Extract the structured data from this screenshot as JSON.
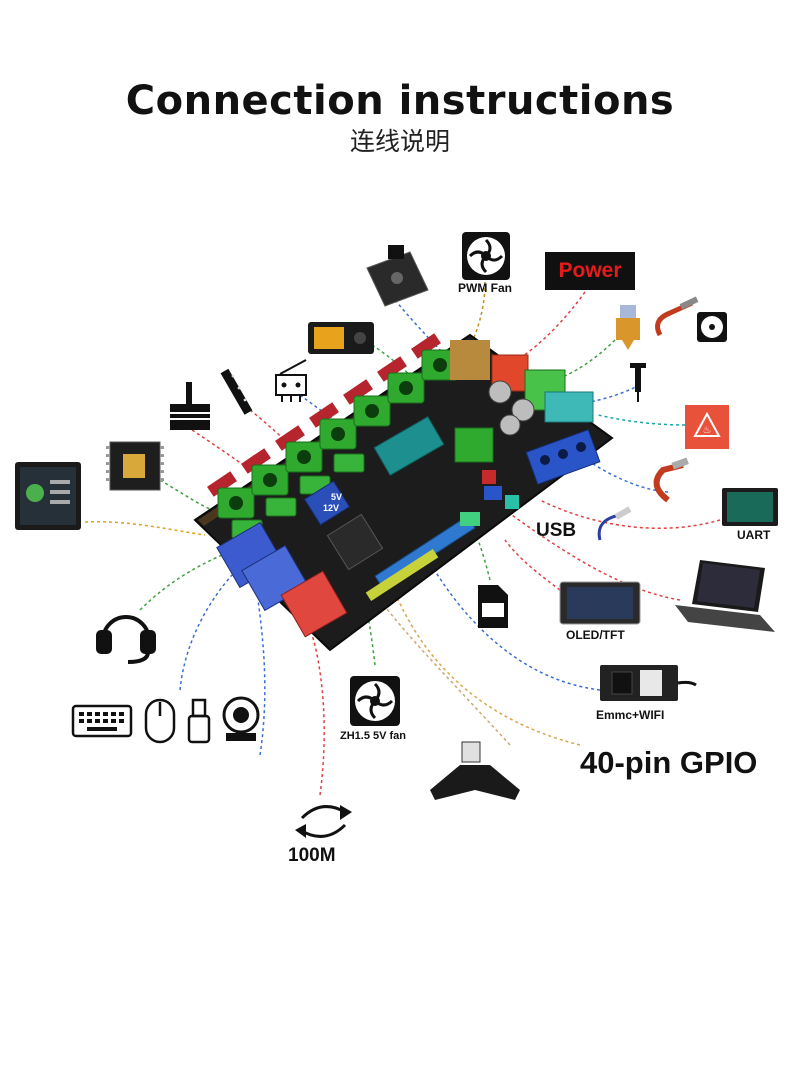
{
  "header": {
    "title": "Connection instructions",
    "subtitle": "连线说明"
  },
  "labels": {
    "pwm_fan": "PWM Fan",
    "power": "Power",
    "usb": "USB",
    "uart": "UART",
    "oled_tft": "OLED/TFT",
    "emmc_wifi": "Emmc+WIFI",
    "gpio": "40-pin GPIO",
    "zh_fan": "ZH1.5 5V fan",
    "net": "100M",
    "board_voltage_top": "5V",
    "board_voltage_bottom": "12V"
  },
  "colors": {
    "board": "#1c1c1c",
    "terminal_green": "#2faa2f",
    "terminal_red": "#b6242d",
    "usb_blue": "#3b5bcf",
    "ethernet_red": "#e0473f",
    "teal_header": "#1d8f8f",
    "power_red": "#e31b1b"
  }
}
